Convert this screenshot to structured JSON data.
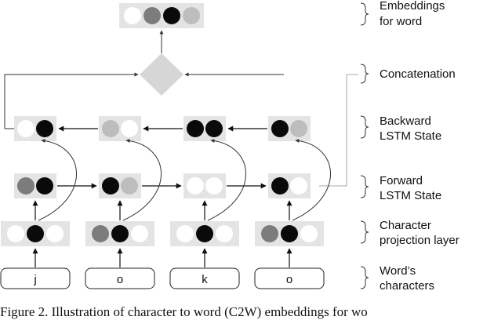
{
  "labels": {
    "embeddings_line1": "Embeddings",
    "embeddings_line2": "for word",
    "concatenation": "Concatenation",
    "backward_line1": "Backward",
    "backward_line2": "LSTM State",
    "forward_line1": "Forward",
    "forward_line2": "LSTM State",
    "projection_line1": "Character",
    "projection_line2": "projection layer",
    "chars_line1": "Word’s",
    "chars_line2": "characters"
  },
  "characters": [
    "j",
    "o",
    "k",
    "o"
  ],
  "caption": "Figure 2.   Illustration of character to word (C2W) embeddings for wo",
  "colors": {
    "black": "#0a0a0a",
    "dark_gray": "#7c7c7c",
    "light_gray": "#bdbdbd",
    "white": "#ffffff",
    "box": "#e4e4e4",
    "diamond": "#d6d6d6"
  },
  "embedding_vector": [
    "white",
    "dark_gray",
    "black",
    "light_gray"
  ],
  "backward_states": [
    [
      "white",
      "black"
    ],
    [
      "light_gray",
      "white"
    ],
    [
      "black",
      "black"
    ],
    [
      "black",
      "light_gray"
    ]
  ],
  "forward_states": [
    [
      "dark_gray",
      "black"
    ],
    [
      "black",
      "light_gray"
    ],
    [
      "white",
      "white"
    ],
    [
      "black",
      "white"
    ]
  ],
  "projection_vectors": [
    [
      "white",
      "black",
      "white"
    ],
    [
      "dark_gray",
      "black",
      "white"
    ],
    [
      "white",
      "black",
      "white"
    ],
    [
      "dark_gray",
      "black",
      "white"
    ]
  ]
}
